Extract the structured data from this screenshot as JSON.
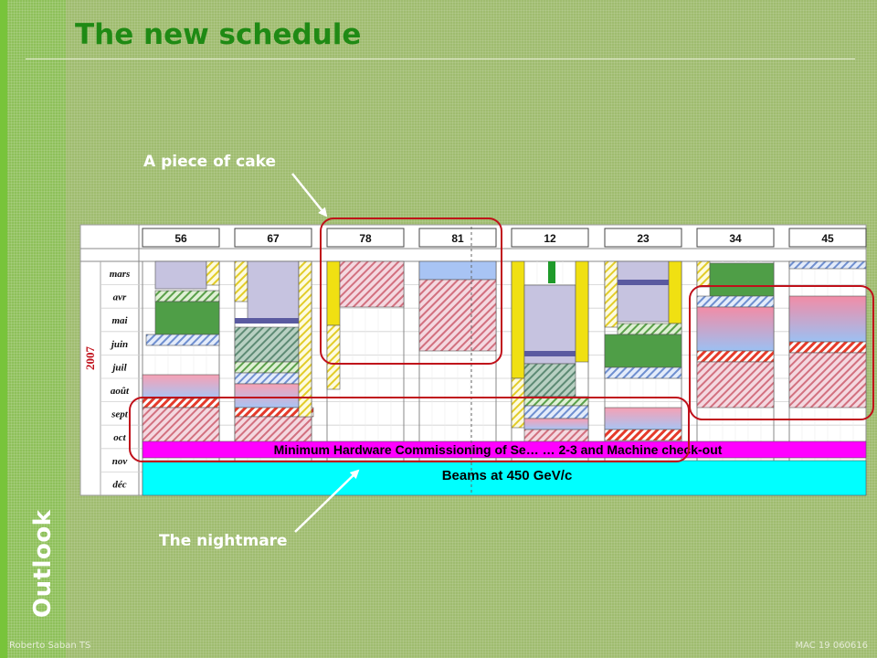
{
  "slide": {
    "title": "The new schedule",
    "section_label": "Outlook",
    "footer_left": "Roberto Saban TS",
    "footer_right": "MAC 19  060616"
  },
  "callouts": {
    "piece_of_cake": "A piece of cake",
    "nightmare": "The nightmare"
  },
  "schedule": {
    "year": "2007",
    "months": [
      "mars",
      "avr",
      "mai",
      "juin",
      "juil",
      "août",
      "sept",
      "oct",
      "nov",
      "déc"
    ],
    "sectors": [
      "56",
      "67",
      "78",
      "81",
      "12",
      "23",
      "34",
      "45"
    ],
    "band_commissioning": "Minimum Hardware Commissioning of Se…   … 2-3 and Machine check-out",
    "band_beams": "Beams at 450 GeV/c",
    "colors": {
      "commissioning": "#ff00ff",
      "beams": "#00ffff",
      "cooldown_green": "#4f9e47",
      "lavender": "#c6c3e0",
      "yellow": "#f0e012",
      "highlight_circle": "#c0101a",
      "year_text": "#c0101a"
    }
  }
}
